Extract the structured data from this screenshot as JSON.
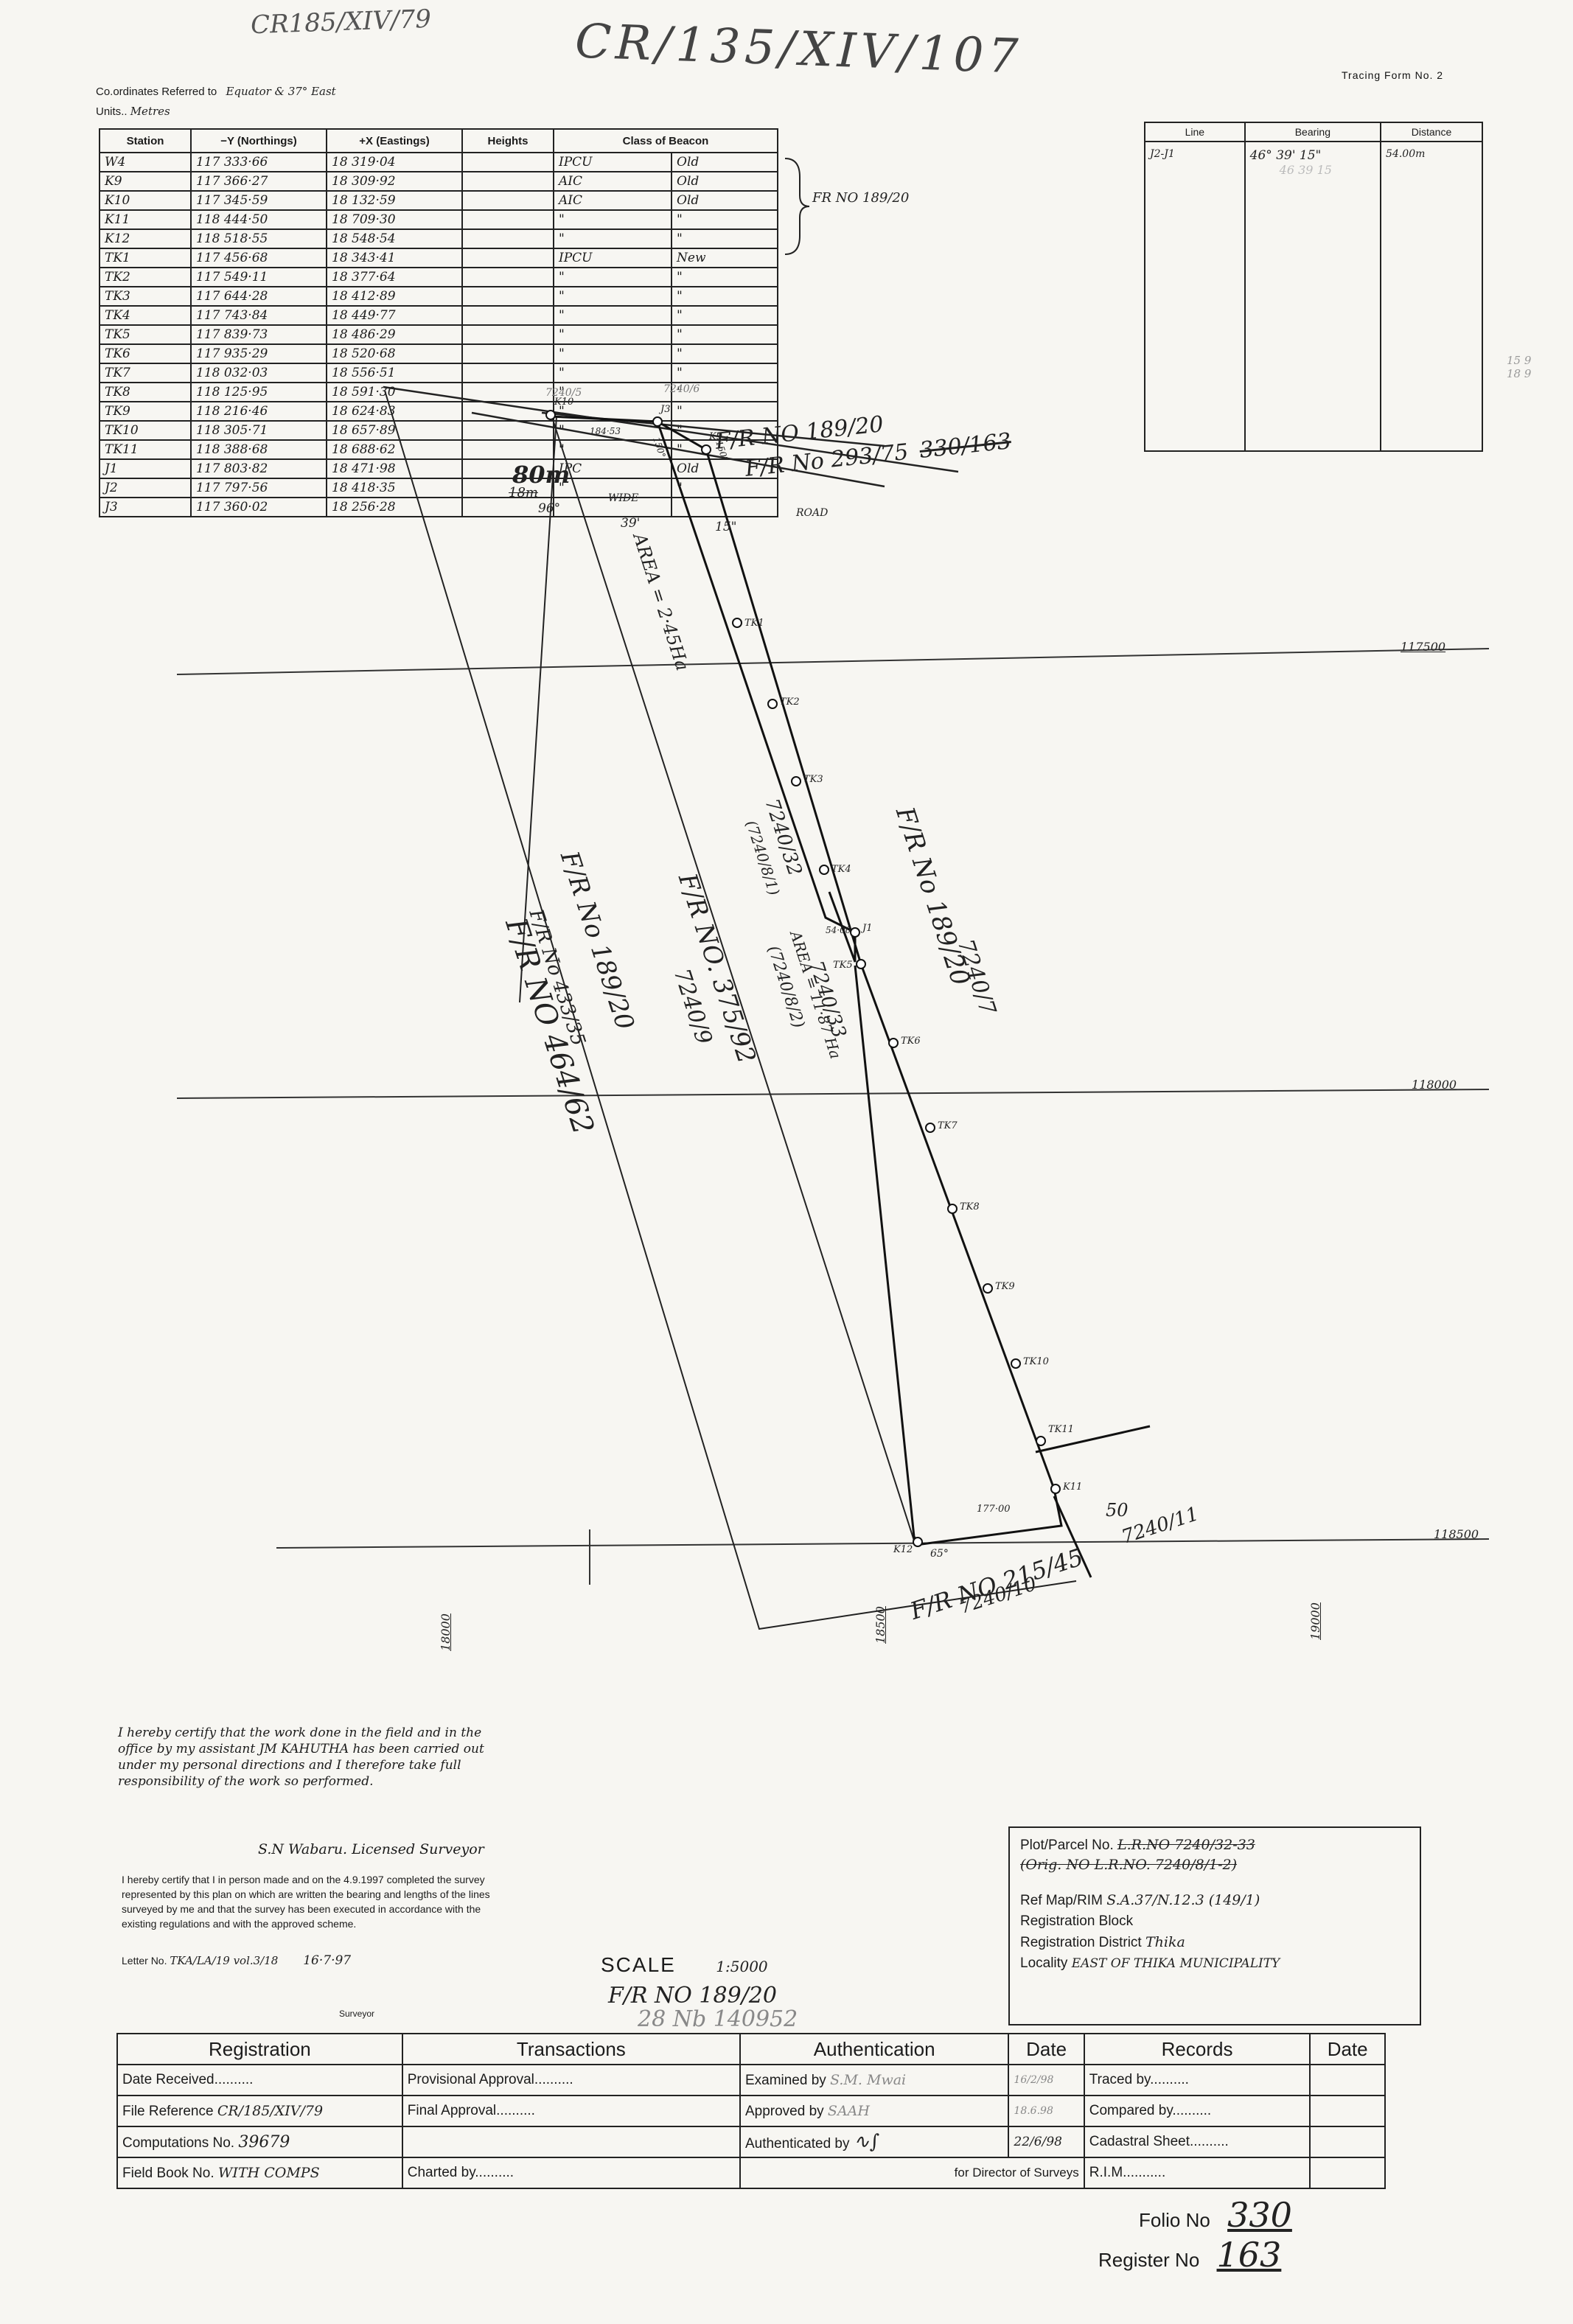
{
  "refs": {
    "top_left": "CR185/XIV/79",
    "top_center": "CR/135/XIV/107",
    "tracing_form": "Tracing Form No. 2"
  },
  "coords_header": {
    "referred_label": "Co.ordinates Referred to",
    "referred_value": "Equator & 37° East",
    "units_label": "Units",
    "units_value": "Metres"
  },
  "coords_table": {
    "columns": [
      "Station",
      "−Y (Northings)",
      "+X (Eastings)",
      "Heights",
      "Class of Beacon"
    ],
    "rows": [
      [
        "W4",
        "117 333·66",
        "18 319·04",
        "",
        "IPCU",
        "Old"
      ],
      [
        "K9",
        "117 366·27",
        "18 309·92",
        "",
        "AIC",
        "Old"
      ],
      [
        "K10",
        "117 345·59",
        "18 132·59",
        "",
        "AIC",
        "Old"
      ],
      [
        "K11",
        "118 444·50",
        "18 709·30",
        "",
        "\"",
        "\""
      ],
      [
        "K12",
        "118 518·55",
        "18 548·54",
        "",
        "\"",
        "\""
      ],
      [
        "TK1",
        "117 456·68",
        "18 343·41",
        "",
        "IPCU",
        "New"
      ],
      [
        "TK2",
        "117 549·11",
        "18 377·64",
        "",
        "\"",
        "\""
      ],
      [
        "TK3",
        "117 644·28",
        "18 412·89",
        "",
        "\"",
        "\""
      ],
      [
        "TK4",
        "117 743·84",
        "18 449·77",
        "",
        "\"",
        "\""
      ],
      [
        "TK5",
        "117 839·73",
        "18 486·29",
        "",
        "\"",
        "\""
      ],
      [
        "TK6",
        "117 935·29",
        "18 520·68",
        "",
        "\"",
        "\""
      ],
      [
        "TK7",
        "118 032·03",
        "18 556·51",
        "",
        "\"",
        "\""
      ],
      [
        "TK8",
        "118 125·95",
        "18 591·30",
        "",
        "\"",
        "\""
      ],
      [
        "TK9",
        "118 216·46",
        "18 624·83",
        "",
        "\"",
        "\""
      ],
      [
        "TK10",
        "118 305·71",
        "18 657·89",
        "",
        "\"",
        "\""
      ],
      [
        "TK11",
        "118 388·68",
        "18 688·62",
        "",
        "\"",
        "\""
      ],
      [
        "J1",
        "117 803·82",
        "18 471·98",
        "",
        "IPC",
        "Old"
      ],
      [
        "J2",
        "117 797·56",
        "18 418·35",
        "",
        "\"",
        "\""
      ],
      [
        "J3",
        "117 360·02",
        "18 256·28",
        "",
        "",
        ""
      ]
    ],
    "bracket_note": "FR NO 189/20"
  },
  "line_table": {
    "columns": [
      "Line",
      "Bearing",
      "Distance"
    ],
    "row": [
      "J2-J1",
      "46° 39' 15\"",
      "54.00m"
    ],
    "faint": "46 39 15"
  },
  "margin_note": "15 9 18 9",
  "plan": {
    "road_label": "ROAD",
    "road_width": "80m",
    "road_width_old": "18m",
    "wide_label": "WIDE",
    "fr_top_1": "F/R NO 189/20",
    "fr_top_2": "F/R No 293/75",
    "fr_top_struck": "330/163",
    "ann_7240": "7240/5",
    "ann_7240b": "7240/6",
    "angle_96": "96°",
    "angle_39": "39'",
    "angle_15": "15\"",
    "dist_184": "184·53",
    "angle_150a": "150°",
    "angle_150b": "150°",
    "area_label": "AREA = 2·45Ha",
    "parcel_32": "7240/32",
    "parcel_32_old": "(7240/8/1)",
    "area_33": "AREA = 11·87 Ha",
    "parcel_33": "7240/33",
    "parcel_33_old": "(7240/8/2)",
    "fr_375": "F/R NO. 375/92",
    "fr_189_right": "F/R No 189/20",
    "parcel_7": "7240/7",
    "fr_189_left": "F/R No 189/20",
    "parcel_9": "7240/9",
    "fr_433": "F/R No 433/35",
    "fr_464": "F/R NO 464/62",
    "fr_215": "F/R NO 215/45",
    "parcel_10": "7240/10",
    "parcel_11": "7240/11",
    "dist_50": "50",
    "dist_54": "54·00",
    "dist_177": "177·00",
    "angle_65": "65°",
    "grid_117500": "117500",
    "grid_118000": "118000",
    "grid_118500": "118500",
    "grid_18000": "18000",
    "grid_18500": "18500",
    "grid_19000": "19000",
    "stations": [
      "K10",
      "J3",
      "K9",
      "TK1",
      "TK2",
      "TK3",
      "TK4",
      "J1",
      "TK5",
      "TK6",
      "TK7",
      "TK8",
      "TK9",
      "TK10",
      "TK11",
      "K11",
      "K12"
    ]
  },
  "certification": {
    "text1": "I hereby certify that the work done in the field and in the office by my assistant JM KAHUTHA has been carried out under my personal directions and I therefore take full responsibility of the work so performed.",
    "surveyor1": "S.N Wabaru. Licensed Surveyor",
    "text2": "I hereby certify that I in person made and on the 4.9.1997 completed the survey represented by this plan on which are written the bearing and lengths of the lines surveyed by me and that the survey has been executed in accordance with the existing regulations and with the approved scheme.",
    "letter_label": "Letter No.",
    "letter_value": "TKA/LA/19 vol.3/18",
    "letter_date": "16·7·97",
    "surveyor_label": "Surveyor"
  },
  "scale": {
    "label": "SCALE",
    "value": "1:5000",
    "fr_line": "F/R NO 189/20",
    "plan_no": "28 Nb 140952"
  },
  "parcel_box": {
    "plot_label": "Plot/Parcel No.",
    "plot_value": "L.R.NO 7240/32-33",
    "orig_value": "(Orig. NO L.R.NO. 7240/8/1-2)",
    "ref_label": "Ref Map/RIM",
    "ref_value": "S.A.37/N.12.3 (149/1)",
    "block_label": "Registration Block",
    "block_value": "",
    "district_label": "Registration District",
    "district_value": "Thika",
    "locality_label": "Locality",
    "locality_value": "EAST OF THIKA MUNICIPALITY"
  },
  "registration": {
    "headers": [
      "Registration",
      "Transactions",
      "Authentication",
      "Date",
      "Records",
      "Date"
    ],
    "date_received_label": "Date Received",
    "file_ref_label": "File Reference",
    "file_ref_value": "CR/185/XIV/79",
    "computations_label": "Computations No.",
    "computations_value": "39679",
    "field_book_label": "Field Book No.",
    "field_book_value": "WITH COMPS",
    "provisional_label": "Provisional Approval",
    "final_label": "Final Approval",
    "charted_label": "Charted by",
    "examined_label": "Examined by",
    "examined_value": "S.M. Mwai",
    "examined_date": "16/2/98",
    "approved_label": "Approved by",
    "approved_value": "SAAH",
    "approved_date": "18.6.98",
    "auth_label": "Authenticated by",
    "auth_date": "22/6/98",
    "director_label": "for Director of Surveys",
    "traced_label": "Traced by",
    "compared_label": "Compared by",
    "cadastral_label": "Cadastral Sheet",
    "rim_label": "R.I.M."
  },
  "folio": {
    "folio_label": "Folio No",
    "folio_value": "330",
    "register_label": "Register No",
    "register_value": "163"
  }
}
